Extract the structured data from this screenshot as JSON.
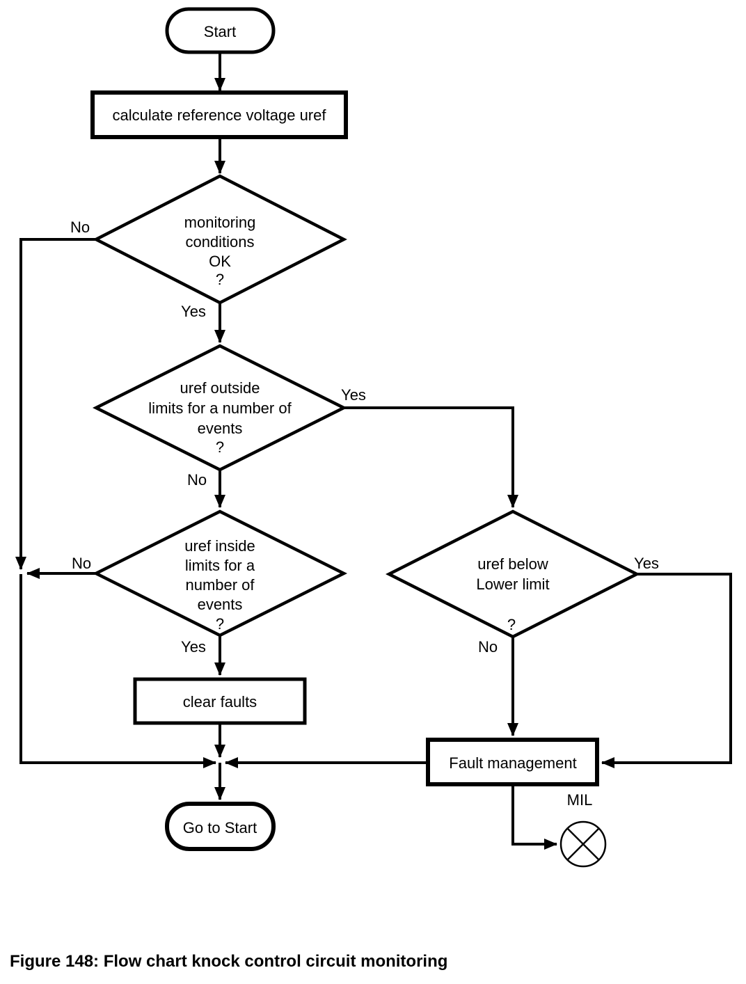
{
  "flowchart": {
    "colors": {
      "stroke": "#000000",
      "background": "#ffffff"
    },
    "nodes": {
      "start": {
        "type": "terminator",
        "label": "Start"
      },
      "calculate": {
        "type": "process",
        "label": "calculate reference voltage uref"
      },
      "monitoring": {
        "type": "decision",
        "lines": [
          "monitoring",
          "conditions",
          "OK",
          "?"
        ]
      },
      "uref_outside": {
        "type": "decision",
        "lines": [
          "uref outside",
          "limits for a number of",
          "events",
          "?"
        ]
      },
      "uref_inside": {
        "type": "decision",
        "lines": [
          "uref inside",
          "limits for a",
          "number of",
          "events",
          "?"
        ]
      },
      "uref_below": {
        "type": "decision",
        "lines": [
          "uref below",
          "Lower limit",
          "?"
        ]
      },
      "clear_faults": {
        "type": "process",
        "label": "clear faults"
      },
      "fault_management": {
        "type": "process",
        "label": "Fault management"
      },
      "go_to_start": {
        "type": "terminator",
        "label": "Go to Start"
      },
      "mil_lamp": {
        "type": "indicator",
        "label": "MIL",
        "icon": "mil-lamp-circle-x-icon"
      }
    },
    "branch_labels": {
      "monitoring_no": "No",
      "monitoring_yes": "Yes",
      "uref_outside_yes": "Yes",
      "uref_outside_no": "No",
      "uref_inside_no": "No",
      "uref_inside_yes": "Yes",
      "uref_below_yes": "Yes",
      "uref_below_no": "No"
    }
  },
  "caption": "Figure 148: Flow chart knock control circuit monitoring"
}
